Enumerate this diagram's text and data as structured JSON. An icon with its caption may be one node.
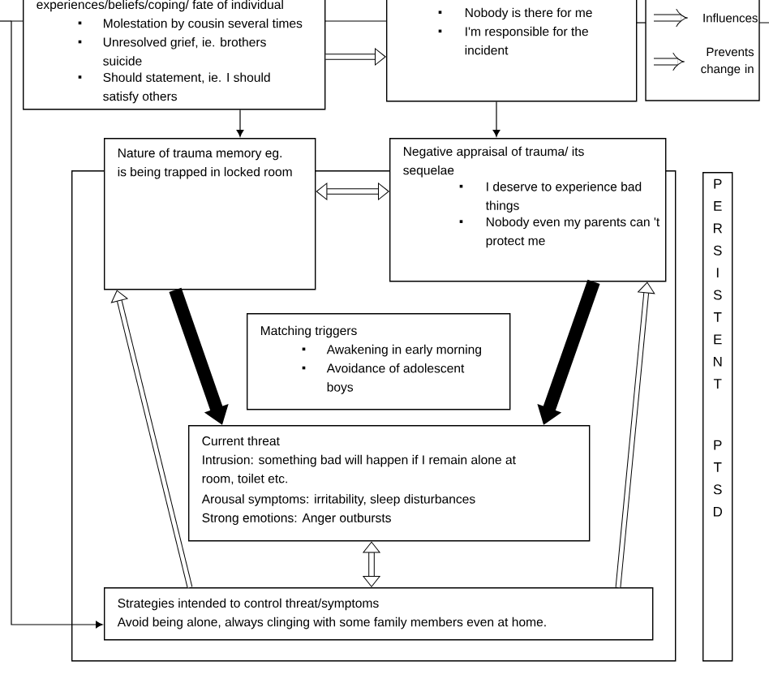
{
  "diagram": {
    "nodes": [
      {
        "text": [
          "experiences/beliefs/coping/ fate of individual",
          "Molestation by cousin several times",
          "Unresolved grief, ie. brothers suicide",
          "Should statement, ie. I should satisfy others"
        ]
      },
      {
        "text": [
          "Nobody is there for me",
          "I'm responsible for the incident"
        ]
      },
      {
        "text": [
          "Nature of trauma memory eg. is being trapped in locked room"
        ]
      },
      {
        "text": [
          "Negative appraisal of trauma/ its sequelae",
          "I deserve to experience bad things",
          "Nobody even my parents can 't protect me"
        ]
      },
      {
        "text": [],
        "shape": "box"
      },
      {
        "text": [
          "Matching triggers",
          "Awakening in early morning",
          "Avoidance of adolescent boys"
        ],
        "in": 4
      },
      {
        "text": [
          "Current threat",
          "Intrusion: something bad will happen if I remain alone at room, toilet etc.",
          "Arousal symptoms: irritability, sleep disturbances",
          "Strong emotions: Anger outbursts"
        ],
        "in": 4
      },
      {
        "text": [
          "Strategies intended to control threat/symptoms",
          "Avoid being alone, always clinging with some family members even at home."
        ],
        "in": 4
      },
      {
        "text": [
          "PERSISTENT",
          "PTSD"
        ]
      }
    ],
    "edges": [
      {
        "from": 0,
        "to": 1,
        "arrow": "to"
      },
      {
        "from": 0,
        "to": 2,
        "arrow": "to"
      },
      {
        "from": 1,
        "to": 3,
        "arrow": "to"
      },
      {
        "from": 2,
        "to": 3,
        "arrow": "both"
      },
      {
        "from": 2,
        "to": 6,
        "arrow": "to",
        "style": "thick"
      },
      {
        "from": 3,
        "to": 6,
        "arrow": "to",
        "style": "thick"
      },
      {
        "from": 6,
        "to": 7,
        "arrow": "both"
      },
      {
        "from": 7,
        "to": 2,
        "arrow": "to"
      },
      {
        "from": 7,
        "to": 3,
        "arrow": "to"
      },
      {
        "from": 0,
        "to": 7,
        "arrow": "to"
      }
    ],
    "legend": [
      {
        "text": "Influences"
      },
      {
        "text": "Prevents change in"
      }
    ]
  }
}
